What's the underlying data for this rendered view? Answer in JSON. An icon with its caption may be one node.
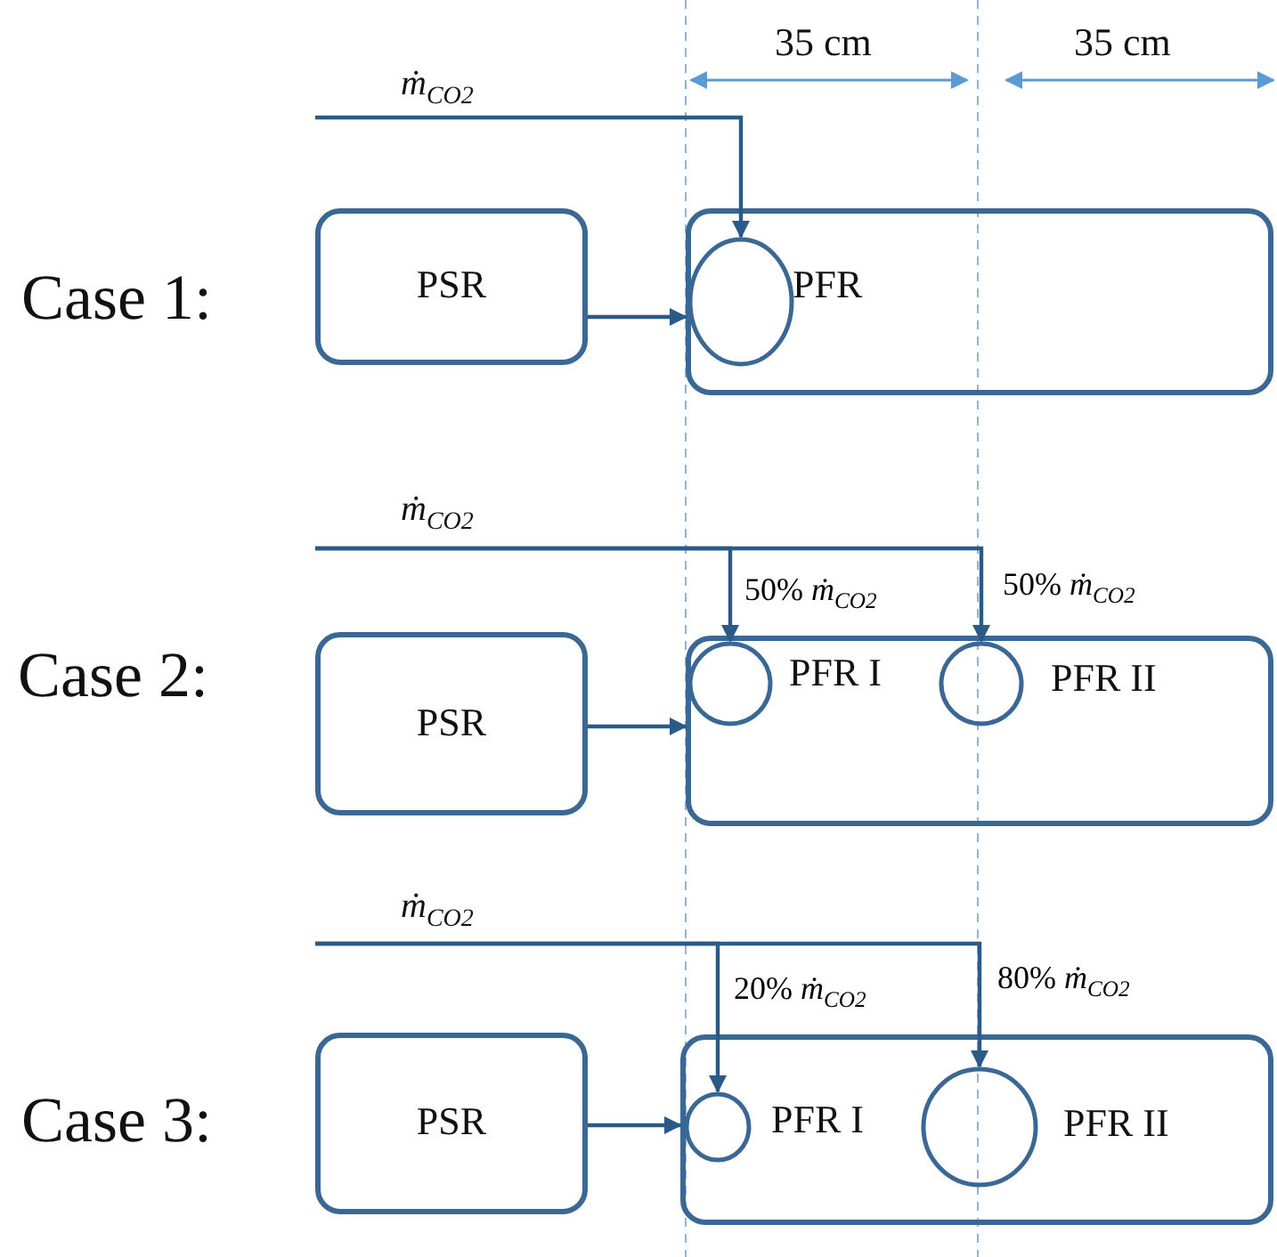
{
  "diagram": {
    "nodes": [
      {
        "text": [
          "PSR"
        ]
      },
      {
        "text": [
          "PFR"
        ]
      },
      {
        "text": [],
        "shape": "circle",
        "in": 1
      },
      {
        "text": [
          "PSR"
        ]
      },
      {
        "text": [
          "PFR I",
          "PFR II"
        ]
      },
      {
        "text": [],
        "shape": "circle",
        "in": 4
      },
      {
        "text": [],
        "shape": "circle",
        "in": 4
      },
      {
        "text": [
          "PSR"
        ]
      },
      {
        "text": [
          "PFR I",
          "PFR II"
        ]
      },
      {
        "text": [],
        "shape": "circle",
        "in": 8
      },
      {
        "text": [],
        "shape": "circle",
        "in": 8
      }
    ],
    "edges": [
      {
        "from": null,
        "to": 2,
        "arrow": "to"
      },
      {
        "from": 0,
        "to": 1,
        "arrow": "to"
      },
      {
        "from": null,
        "to": 5,
        "arrow": "to",
        "label": "50% *ṁ*$_{CO2}$"
      },
      {
        "from": null,
        "to": 6,
        "arrow": "to",
        "label": "50% *ṁ*$_{CO2}$"
      },
      {
        "from": 3,
        "to": 4,
        "arrow": "to"
      },
      {
        "from": null,
        "to": 9,
        "arrow": "to",
        "label": "20% *ṁ*$_{CO2}$"
      },
      {
        "from": null,
        "to": 10,
        "arrow": "to",
        "label": "80% *ṁ*$_{CO2}$"
      },
      {
        "from": 7,
        "to": 8,
        "arrow": "to"
      }
    ],
    "labels": [
      "35 cm",
      "35 cm",
      "*ṁ*$_{CO2}$",
      "Case 1:",
      "*ṁ*$_{CO2}$",
      "Case 2:",
      "*ṁ*$_{CO2}$",
      "Case 3:"
    ]
  }
}
